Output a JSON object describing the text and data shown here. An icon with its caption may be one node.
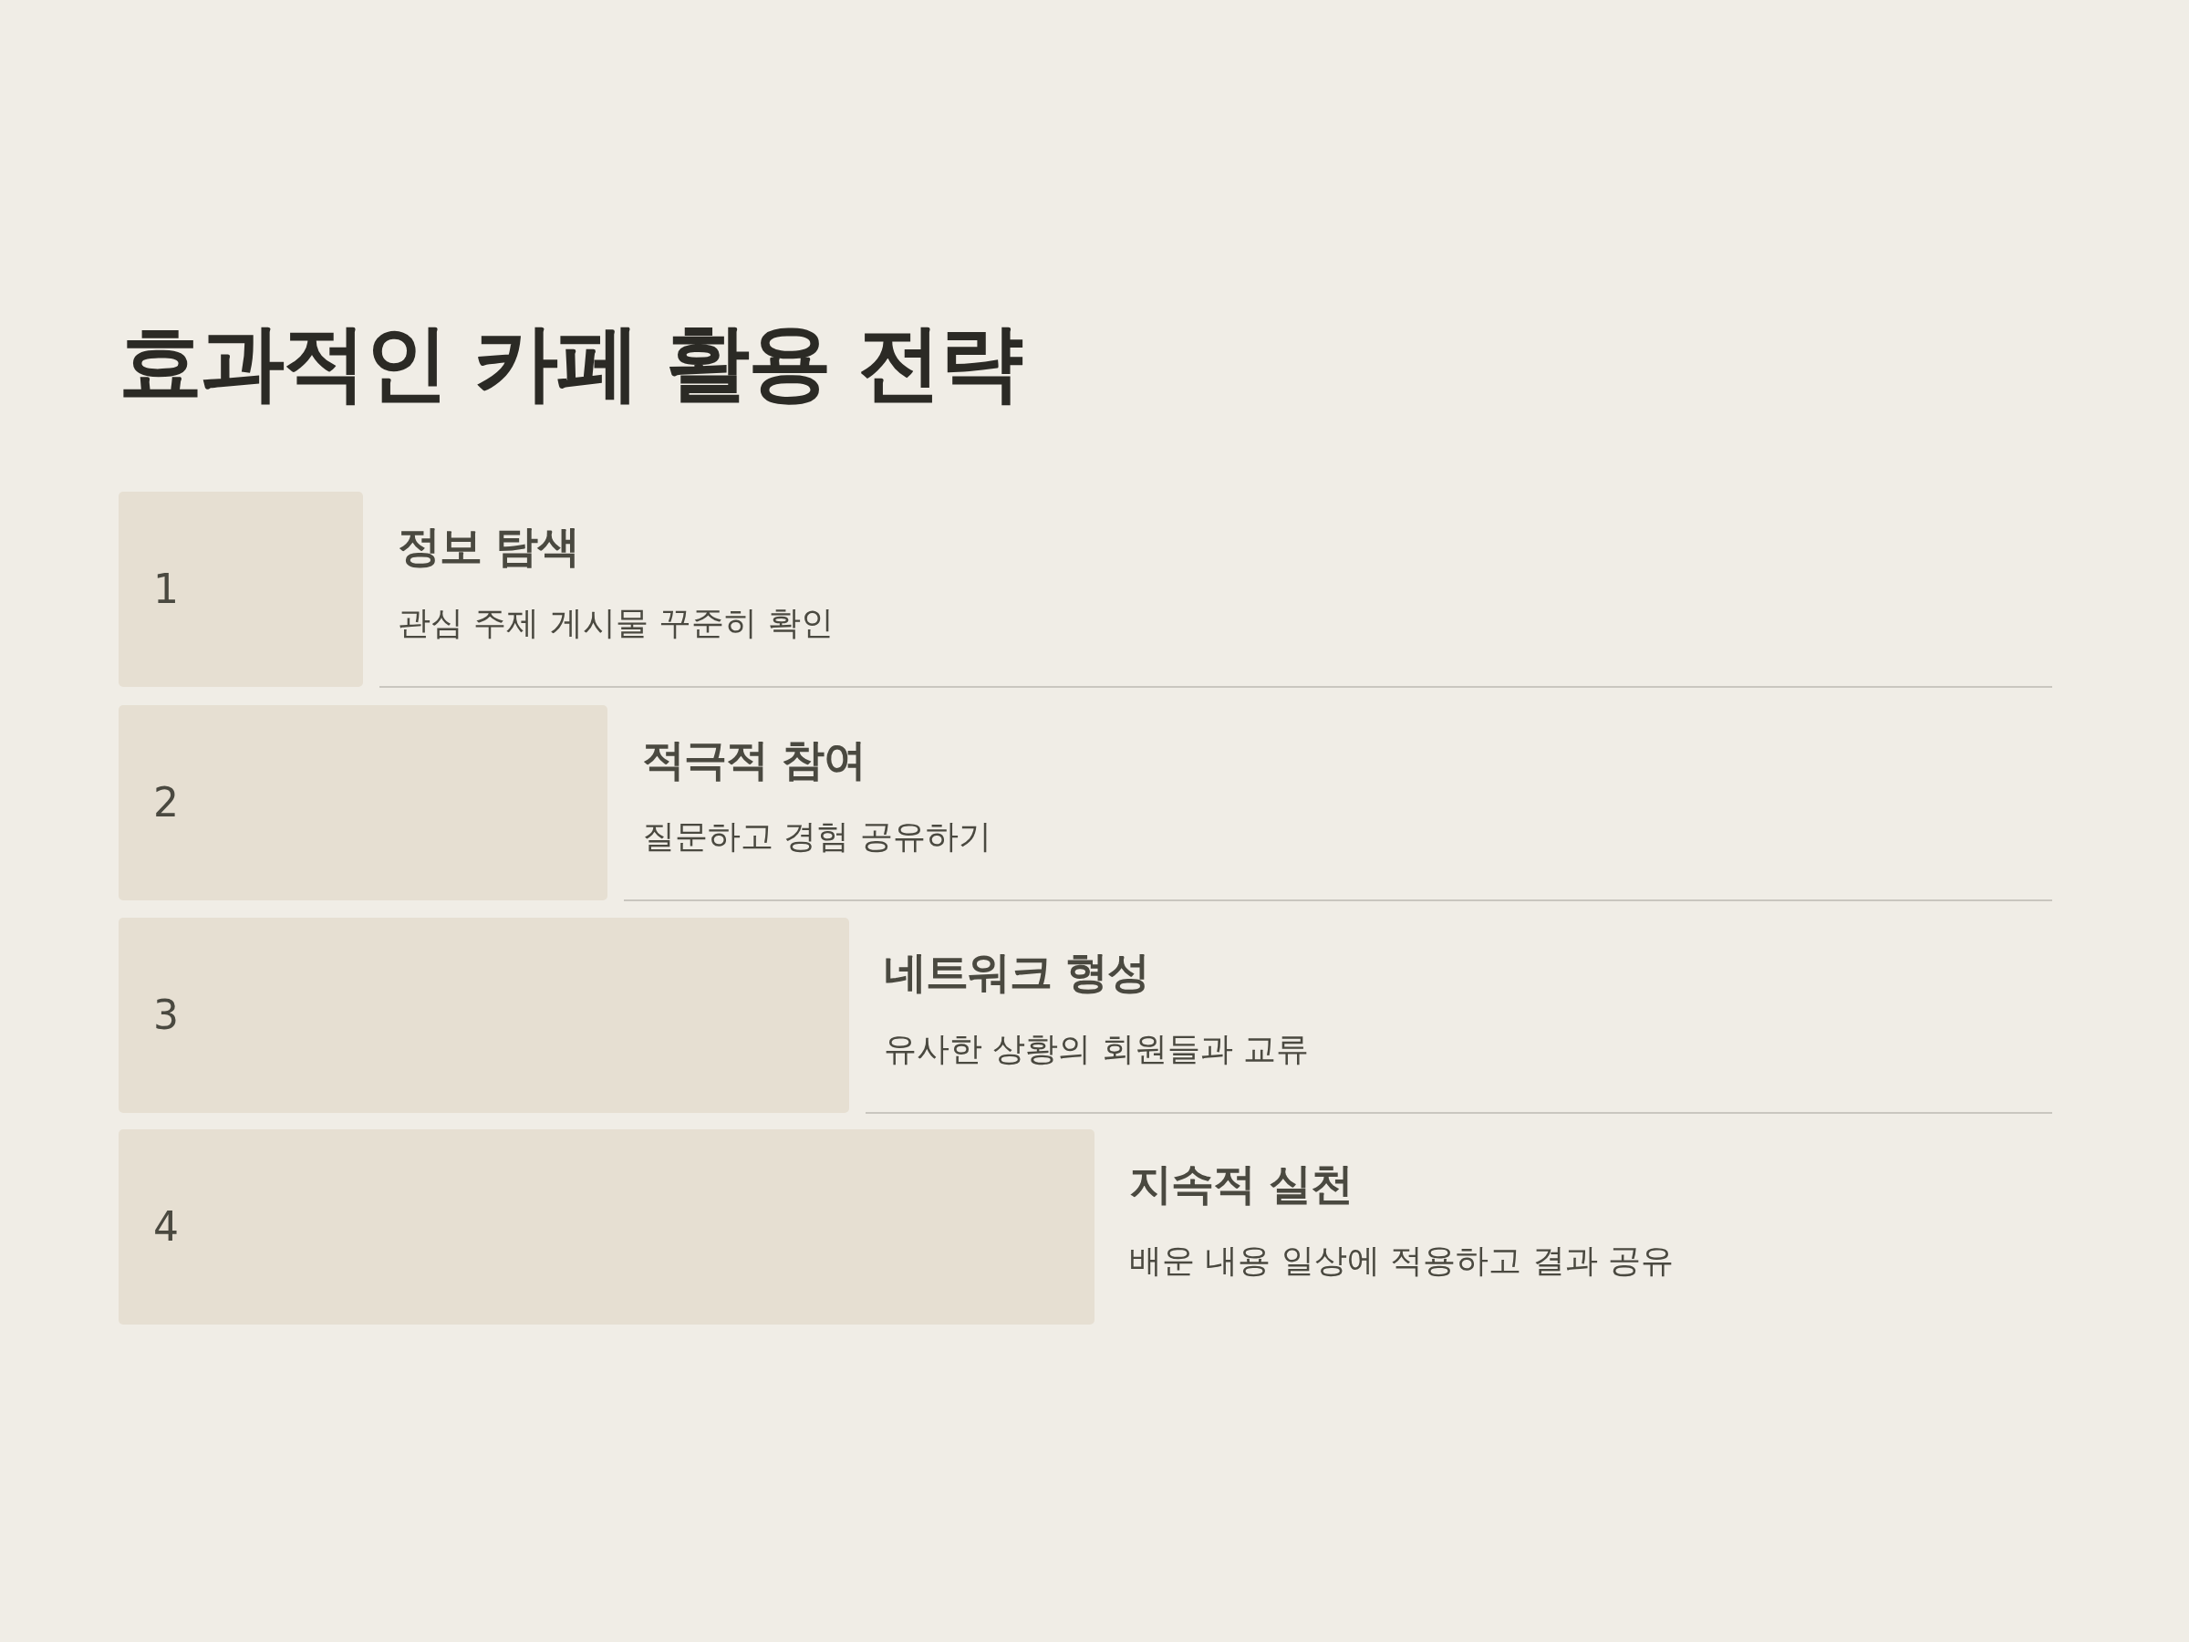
{
  "diagram": {
    "title": "효과적인 카페 활용 전략",
    "nodes": [
      {
        "text": [
          "1"
        ],
        "beside": [
          "정보 탐색",
          "관심 주제 게시물 꾸준히 확인"
        ]
      },
      {
        "text": [
          "2"
        ],
        "beside": [
          "적극적 참여",
          "질문하고 경험 공유하기"
        ]
      },
      {
        "text": [
          "3"
        ],
        "beside": [
          "네트워크 형성",
          "유사한 상황의 회원들과 교류"
        ]
      },
      {
        "text": [
          "4"
        ],
        "beside": [
          "지속적 실천",
          "배운 내용 일상에 적용하고 결과 공유"
        ]
      }
    ]
  }
}
